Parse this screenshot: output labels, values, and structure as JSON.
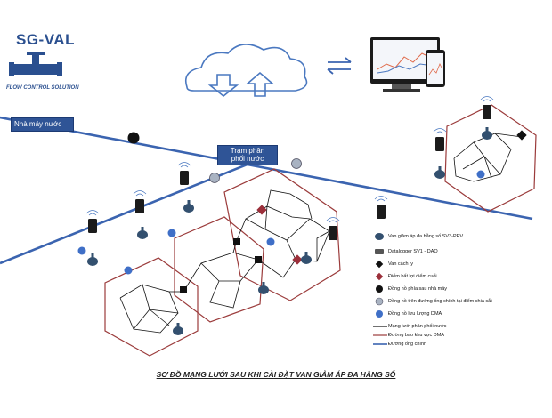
{
  "brand": {
    "name": "SG-VAL",
    "tagline": "FLOW CONTROL SOLUTION"
  },
  "labels": {
    "water_plant": "Nhà máy nước",
    "distribution_station_line1": "Trạm phân",
    "distribution_station_line2": "phối nước"
  },
  "legend": [
    {
      "icon": "prv-valve-icon",
      "text": "Van giảm áp đa hằng số SV3-PRV"
    },
    {
      "icon": "datalogger-icon",
      "text": "Datalogger SV1 - DAQ"
    },
    {
      "icon": "isolation-valve-icon",
      "text": "Van cách ly"
    },
    {
      "icon": "critical-point-icon",
      "text": "Điểm bất lợi điểm cuối"
    },
    {
      "icon": "plant-meter-icon",
      "text": "Đồng hồ phía sau nhà máy"
    },
    {
      "icon": "main-pipe-meter-icon",
      "text": "Đồng hồ trên đường ống chính tại điểm chia cắt"
    },
    {
      "icon": "dma-meter-icon",
      "text": "Đồng hồ lưu lượng DMA"
    },
    {
      "icon": "network-line-icon",
      "text": "Mạng lưới phân phối nước"
    },
    {
      "icon": "dma-boundary-line-icon",
      "text": "Đường bao khu vực DMA"
    },
    {
      "icon": "main-pipe-line-icon",
      "text": "Đường ống chính"
    }
  ],
  "caption": "SƠ ĐỒ MẠNG LƯỚI SAU KHI CÀI ĐẶT VAN GIẢM ÁP ĐA HẰNG SỐ",
  "colors": {
    "main_pipe": "#3b64b0",
    "dma_boundary": "#9b3b3b",
    "network": "#111111",
    "critical_point": "#9b2f3a",
    "dma_meter": "#3f6fc7",
    "main_meter": "#a9b3c2",
    "plant_meter": "#111111"
  }
}
